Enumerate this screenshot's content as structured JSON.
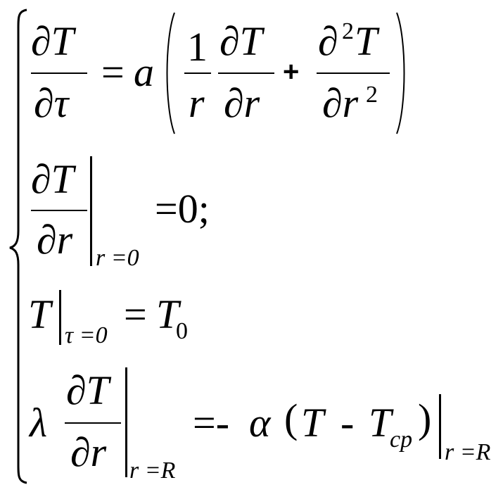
{
  "system": {
    "eq1": {
      "lhs_num": "∂T",
      "lhs_den": "∂τ",
      "equals": "=",
      "coef": "a",
      "frac1_num": "1",
      "frac1_den": "r",
      "frac2_num": "∂T",
      "frac2_den": "∂r",
      "plus": "+",
      "frac3_num_partial": "∂",
      "frac3_num_sup": "2",
      "frac3_num_T": "T",
      "frac3_den_dr": "∂r",
      "frac3_den_sup": "2"
    },
    "eq2": {
      "num": "∂T",
      "den": "∂r",
      "cond": "r =0",
      "rhs": "=0;"
    },
    "eq3": {
      "lhs": "T",
      "cond": "τ =0",
      "equals": "=",
      "rhs_T": "T",
      "rhs_sub": "0"
    },
    "eq4": {
      "lambda": "λ",
      "num": "∂T",
      "den": "∂r",
      "cond1": "r =R",
      "equals": "=-",
      "alpha": "α",
      "paren_open": "(",
      "T": "T",
      "minus": "-",
      "Tcp": "T",
      "Tcp_sub": "cp",
      "paren_close": ")",
      "cond2": "r =R"
    }
  }
}
